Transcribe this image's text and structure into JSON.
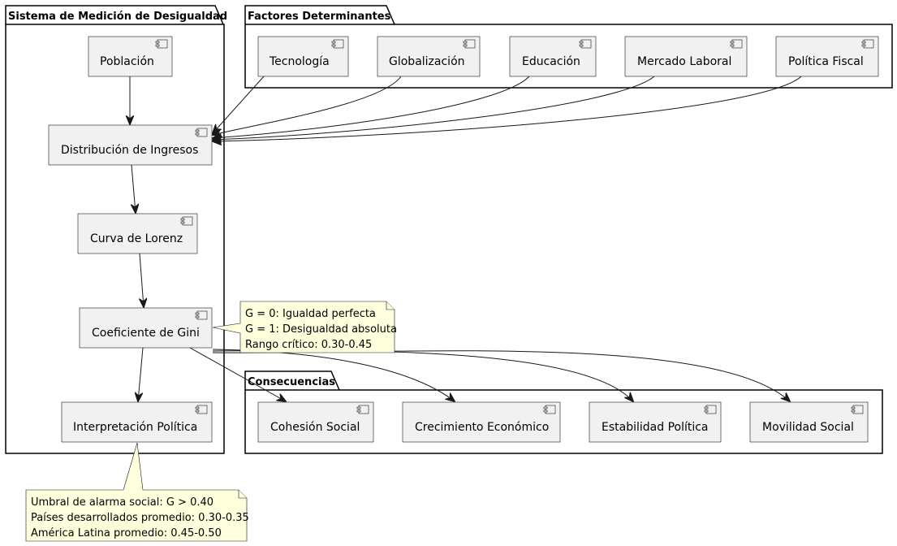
{
  "packages": {
    "sistema": "Sistema de Medición de Desigualdad",
    "factores": "Factores Determinantes",
    "consecuencias": "Consecuencias"
  },
  "components": {
    "poblacion": "Población",
    "distribucion": "Distribución de Ingresos",
    "lorenz": "Curva de Lorenz",
    "gini": "Coeficiente de Gini",
    "interpretacion": "Interpretación Política",
    "tecnologia": "Tecnología",
    "globalizacion": "Globalización",
    "educacion": "Educación",
    "mercado": "Mercado Laboral",
    "fiscal": "Política Fiscal",
    "cohesion": "Cohesión Social",
    "crecimiento": "Crecimiento Económico",
    "estabilidad": "Estabilidad Política",
    "movilidad": "Movilidad Social"
  },
  "notes": {
    "gini": [
      "G = 0: Igualdad perfecta",
      "G = 1: Desigualdad absoluta",
      "Rango crítico: 0.30-0.45"
    ],
    "interpretacion": [
      "Umbral de alarma social: G > 0.40",
      "Países desarrollados promedio: 0.30-0.35",
      "América Latina promedio: 0.45-0.50"
    ]
  },
  "edges": [
    {
      "from": "poblacion",
      "to": "distribucion"
    },
    {
      "from": "distribucion",
      "to": "lorenz"
    },
    {
      "from": "lorenz",
      "to": "gini"
    },
    {
      "from": "gini",
      "to": "interpretacion"
    },
    {
      "from": "tecnologia",
      "to": "distribucion"
    },
    {
      "from": "globalizacion",
      "to": "distribucion"
    },
    {
      "from": "educacion",
      "to": "distribucion"
    },
    {
      "from": "mercado",
      "to": "distribucion"
    },
    {
      "from": "fiscal",
      "to": "distribucion"
    },
    {
      "from": "gini",
      "to": "cohesion"
    },
    {
      "from": "gini",
      "to": "crecimiento"
    },
    {
      "from": "gini",
      "to": "estabilidad"
    },
    {
      "from": "gini",
      "to": "movilidad"
    }
  ]
}
